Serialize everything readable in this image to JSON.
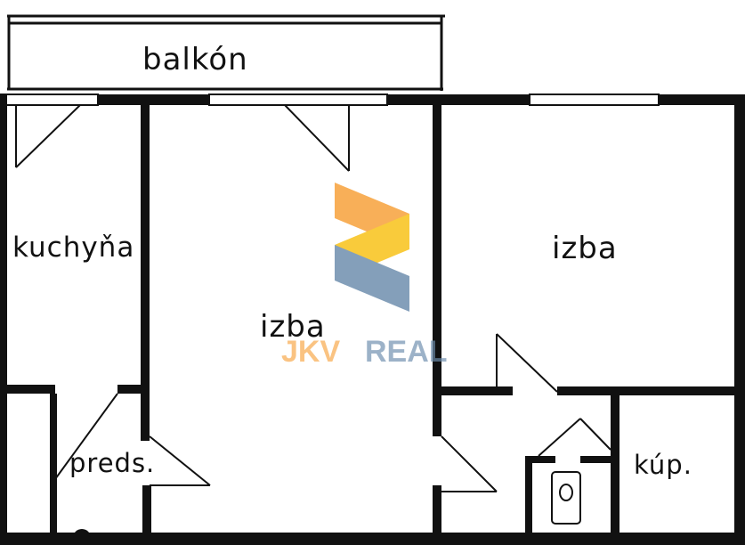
{
  "rooms": {
    "balcony": "balkón",
    "kitchen": "kuchyňa",
    "living_room": "izba",
    "bedroom": "izba",
    "hall": "preds.",
    "bathroom": "kúp."
  },
  "watermark": {
    "brand_word_1": "JKV",
    "brand_word_2": "REAL",
    "color_orange": "#F7A23B",
    "color_yellow": "#F8C21A",
    "color_blue": "#6F8FAE"
  }
}
